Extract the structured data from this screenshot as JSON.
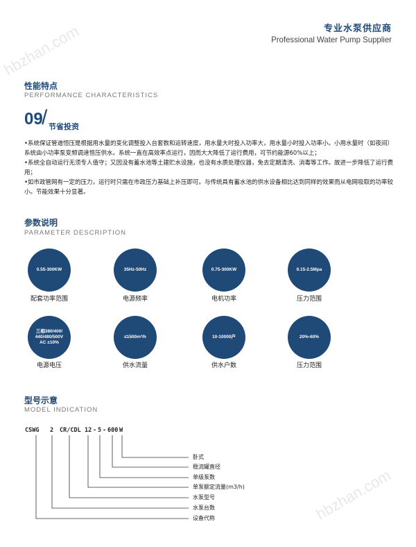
{
  "header": {
    "title_cn": "专业水泵供应商",
    "title_en": "Professional Water Pump Supplier"
  },
  "watermark": "hbzhan.com",
  "performance": {
    "title_cn": "性能特点",
    "title_en": "PERFORMANCE CHARACTERISTICS",
    "number": "09",
    "subtitle": "节省投资",
    "paragraphs": [
      "•系统保证管道恒压是根据用水量的变化调整投入台套数和运转速度，用水量大时投入功率大，用水量小时投入功率小。小用水量时（如夜间）系统由小功率泵变频调速恒压供水。系统一直在高效率点运行，因而大大降低了运行费用，可节约能源60%以上；",
      "•系统全自动运行无须专人值守；又因没有蓄水池等土建贮水设施，也没有水质处理仪器，免去定期清洗、消毒等工作。故进一步降低了运行费用；",
      "•如市政管网有一定的压力，运行时只需在市政压力基础上补压即可。与传统具有蓄水池的供水设备相比达到同样的效果而从电网吸取的功率较小。节能效果十分显著。"
    ]
  },
  "parameters": {
    "title_cn": "参数说明",
    "title_en": "PARAMETER DESCRIPTION",
    "items": [
      {
        "value": "0.55-300KW",
        "label": "配套功率范围"
      },
      {
        "value": "35Hz-50Hz",
        "label": "电源频率"
      },
      {
        "value": "0.75-300KW",
        "label": "电机功率"
      },
      {
        "value": "0.15-2.5Mpa",
        "label": "压力范围"
      },
      {
        "value": "三相380/400/\n440/480/500V\nAC ±10%",
        "label": "电源电压"
      },
      {
        "value": "≤1500m³/h",
        "label": "供水流量"
      },
      {
        "value": "10-10000户",
        "label": "供水户数"
      },
      {
        "value": "20%-60%",
        "label": "压力范围"
      }
    ]
  },
  "model": {
    "title_cn": "型号示意",
    "title_en": "MODEL INDICATION",
    "code_parts": [
      "CSWG",
      "2",
      "CR/CDL",
      "12",
      "-",
      "5",
      "-",
      "600",
      "W"
    ],
    "legend": [
      "卧式",
      "稳流罐直径",
      "单级泵数",
      "单泵额定流量(m3/h)",
      "水泵型号",
      "水泵台数",
      "设备代称"
    ]
  }
}
